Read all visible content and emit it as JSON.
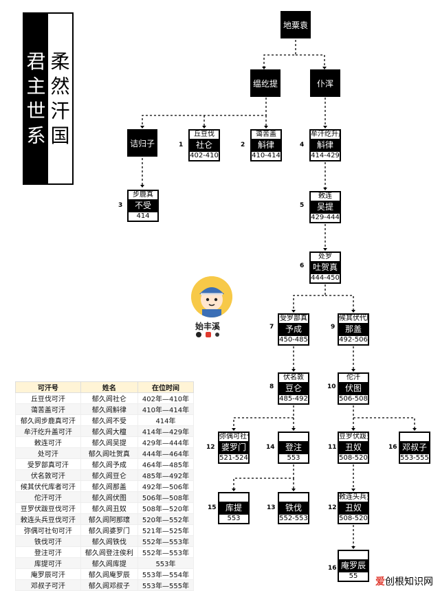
{
  "title": {
    "left": "君主世系",
    "right": "柔然汗国"
  },
  "nodes": {
    "dishuyuan": {
      "name": "地粟袁"
    },
    "henghedi": {
      "name": "缊纥提"
    },
    "puhun": {
      "name": "仆浑"
    },
    "xiguizi": {
      "name": "诘归子"
    },
    "shelun": {
      "top": "丘豆伐",
      "name": "社仑",
      "reign": "402-410"
    },
    "hulu": {
      "top": "蔼苦盖",
      "name": "斛律",
      "reign": "410-414"
    },
    "hulu2": {
      "top": "牟汗纥升盖",
      "name": "斛律",
      "reign": "414-429"
    },
    "buluzhen": {
      "top": "步鹿真",
      "name": "不受",
      "reign": "414"
    },
    "wuti": {
      "top": "敕连",
      "name": "吴提",
      "reign": "429-444"
    },
    "tuhezhen": {
      "top": "处罗",
      "name": "吐贺真",
      "reign": "444-450"
    },
    "yucheng": {
      "top": "受罗部真",
      "name": "予成",
      "reign": "450-485"
    },
    "nagai": {
      "top": "候其伏代库者",
      "name": "那盖",
      "reign": "492-506"
    },
    "doulun": {
      "top": "伏名敦",
      "name": "豆仑",
      "reign": "485-492"
    },
    "futu": {
      "top": "佗汗",
      "name": "伏图",
      "reign": "506-508"
    },
    "poluomen": {
      "top": "弥偶可社句",
      "name": "婆罗门",
      "reign": "521-524"
    },
    "dengzhu": {
      "name": "登注",
      "reign": "553"
    },
    "chounu": {
      "top": "豆罗伏跋豆伐",
      "name": "丑奴",
      "reign": "508-520"
    },
    "dengshuzi": {
      "name": "邓叔子",
      "reign": "553-555"
    },
    "kuti": {
      "name": "库提",
      "reign": "553"
    },
    "tiefa": {
      "name": "铁伐",
      "reign": "552-553"
    },
    "anluo": {
      "top": "敕连头兵豆伐",
      "name": "丑奴",
      "reign": "508-520"
    },
    "anluochen": {
      "name": "庵罗辰",
      "reign": "55"
    }
  },
  "nums": {
    "shelun": "1",
    "hulu": "2",
    "buluzhen": "3",
    "hulu2": "4",
    "wuti": "5",
    "tuhezhen": "6",
    "yucheng": "7",
    "doulun": "8",
    "nagai": "9",
    "futu": "10",
    "chounu": "11",
    "poluomen": "12",
    "anluo": "12",
    "tiefa": "13",
    "dengzhu": "14",
    "kuti": "15",
    "dengshuzi": "16",
    "anluochen": "16"
  },
  "brand": {
    "name": "始丰溪"
  },
  "table": {
    "headers": [
      "可汗号",
      "姓名",
      "在位时间"
    ],
    "rows": [
      [
        "丘豆伐可汗",
        "郁久闾社仑",
        "402年—410年"
      ],
      [
        "蔼苦盖可汗",
        "郁久闾斛律",
        "410年—414年"
      ],
      [
        "郁久闾步鹿真可汗",
        "郁久闾不受",
        "414年"
      ],
      [
        "牟汗纥升盖可汗",
        "郁久闾大檀",
        "414年—429年"
      ],
      [
        "敕连可汗",
        "郁久闾吴提",
        "429年—444年"
      ],
      [
        "处可汗",
        "郁久闾吐贺真",
        "444年—464年"
      ],
      [
        "受罗部真可汗",
        "郁久闾予成",
        "464年—485年"
      ],
      [
        "伏名敦可汗",
        "郁久闾豆仑",
        "485年—492年"
      ],
      [
        "候其伏代库者可汗",
        "郁久闾那盖",
        "492年—506年"
      ],
      [
        "佗汗可汗",
        "郁久闾伏图",
        "506年—508年"
      ],
      [
        "豆罗伏跋豆伐可汗",
        "郁久闾丑奴",
        "508年—520年"
      ],
      [
        "敕连头兵豆伐可汗",
        "郁久闾阿那瓌",
        "520年—552年"
      ],
      [
        "弥偶可社句可汗",
        "郁久闾婆罗门",
        "521年—525年"
      ],
      [
        "铁伐可汗",
        "郁久闾铁伐",
        "552年—553年"
      ],
      [
        "登注可汗",
        "郁久闾登注俟利",
        "552年—553年"
      ],
      [
        "库提可汗",
        "郁久闾库提",
        "553年"
      ],
      [
        "庵罗辰可汗",
        "郁久闾庵罗辰",
        "553年—554年"
      ],
      [
        "邓叔子可汗",
        "郁久闾邓叔子",
        "553年—555年"
      ]
    ]
  },
  "watermark": {
    "red": "爱",
    "rest": "创根知识网"
  }
}
